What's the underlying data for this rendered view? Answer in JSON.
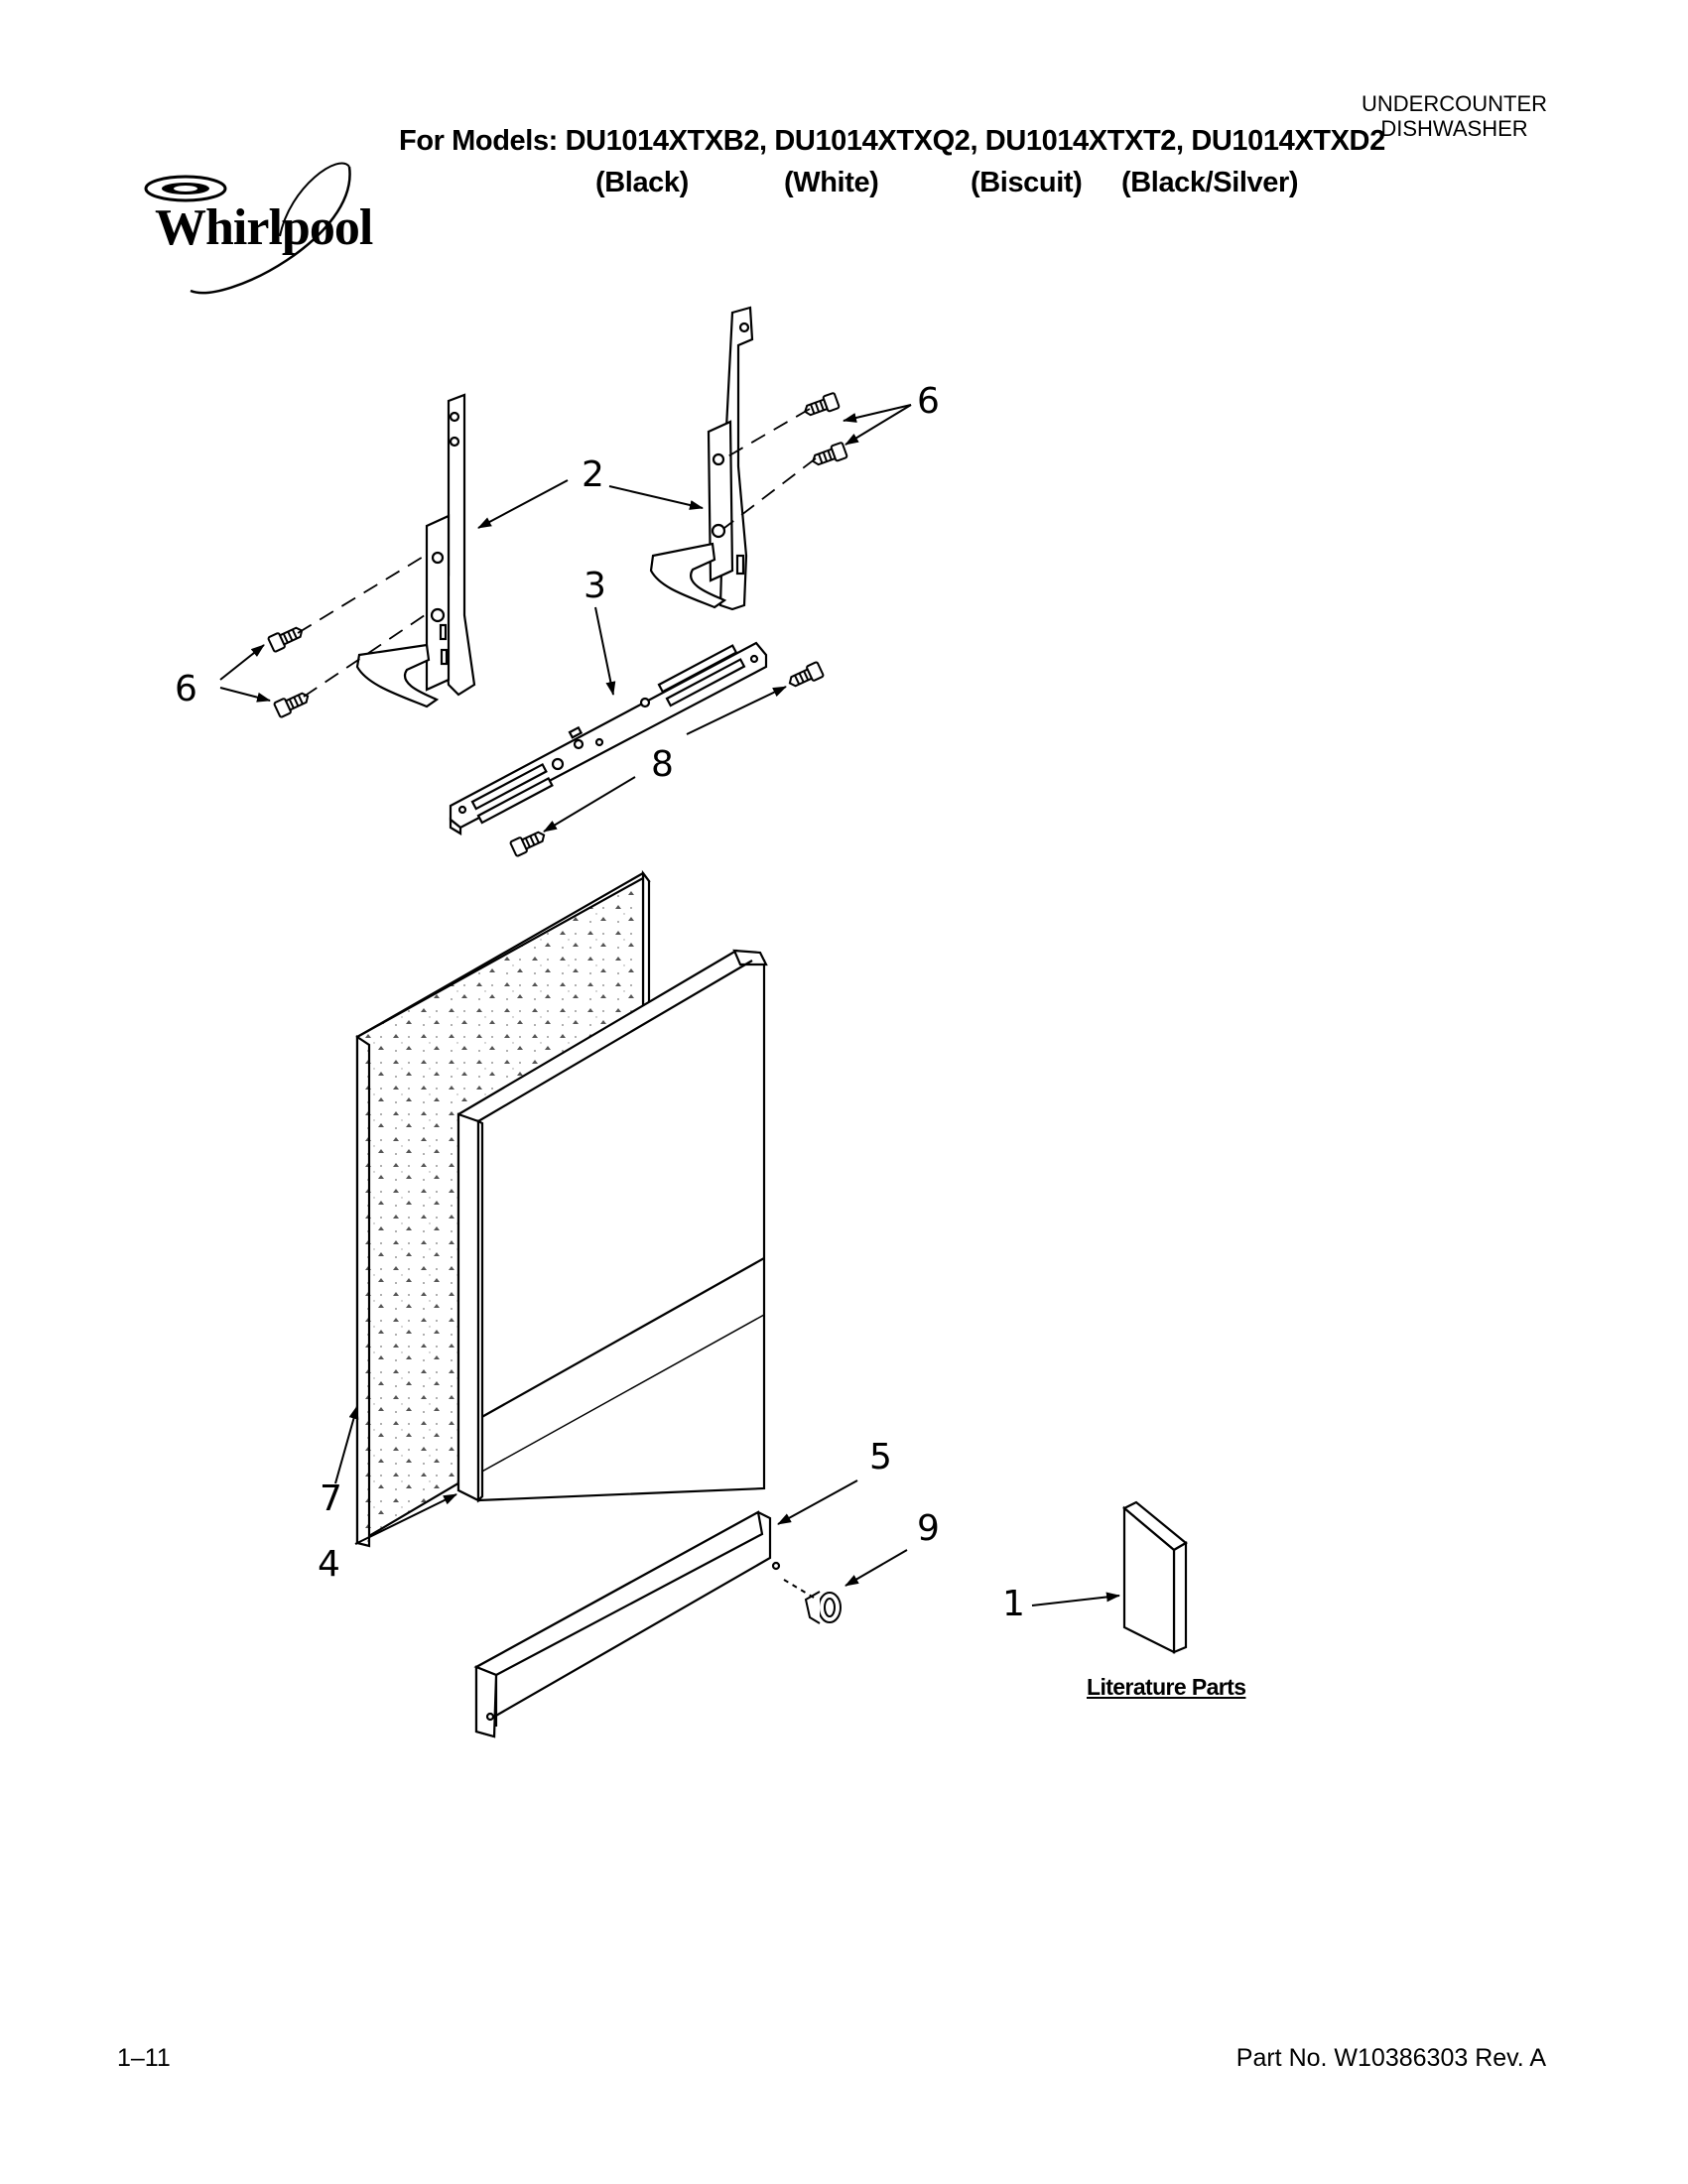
{
  "header": {
    "category_line1": "UNDERCOUNTER",
    "category_line2": "DISHWASHER",
    "models_label": "For Models: DU1014XTXB2, DU1014XTXQ2, DU1014XTXT2, DU1014XTXD2",
    "colors": [
      "(Black)",
      "(White)",
      "(Biscuit)",
      "(Black/Silver)"
    ]
  },
  "brand": {
    "logo_text": "Whirlpool"
  },
  "callouts": {
    "c1": "1",
    "c2": "2",
    "c3": "3",
    "c4": "4",
    "c5": "5",
    "c6a": "6",
    "c6b": "6",
    "c7": "7",
    "c8": "8",
    "c9": "9"
  },
  "literature_label": "Literature Parts",
  "footer": {
    "page_number": "1–11",
    "part_number": "Part No. W10386303 Rev. A"
  }
}
